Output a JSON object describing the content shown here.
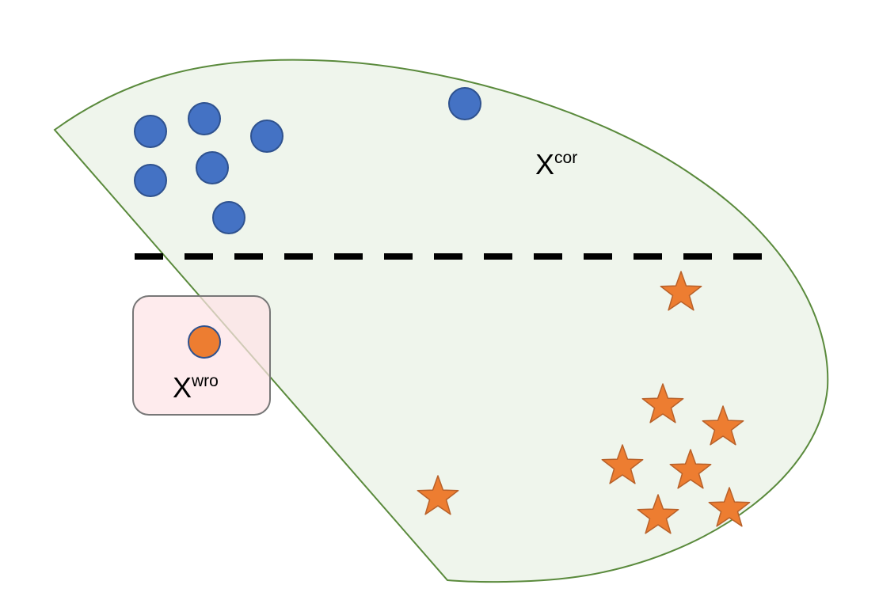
{
  "colors": {
    "region_fill": "#eff5ec",
    "region_stroke": "#5a8a3c",
    "wrong_box_fill": "#fde3e6",
    "wrong_box_stroke": "#777777",
    "circle_fill": "#4472c4",
    "circle_stroke": "#2f528f",
    "wrong_circle_fill": "#ed7d31",
    "star_fill": "#ed7d31",
    "star_stroke": "#b8612a",
    "boundary_line": "#000000"
  },
  "labels": {
    "correct_region": {
      "main": "X",
      "sup": "cor"
    },
    "wrong_region": {
      "main": "X",
      "sup": "wro"
    }
  },
  "markers": {
    "class_a_shape": "circle",
    "class_b_shape": "star",
    "misclassified_shape": "circle"
  }
}
